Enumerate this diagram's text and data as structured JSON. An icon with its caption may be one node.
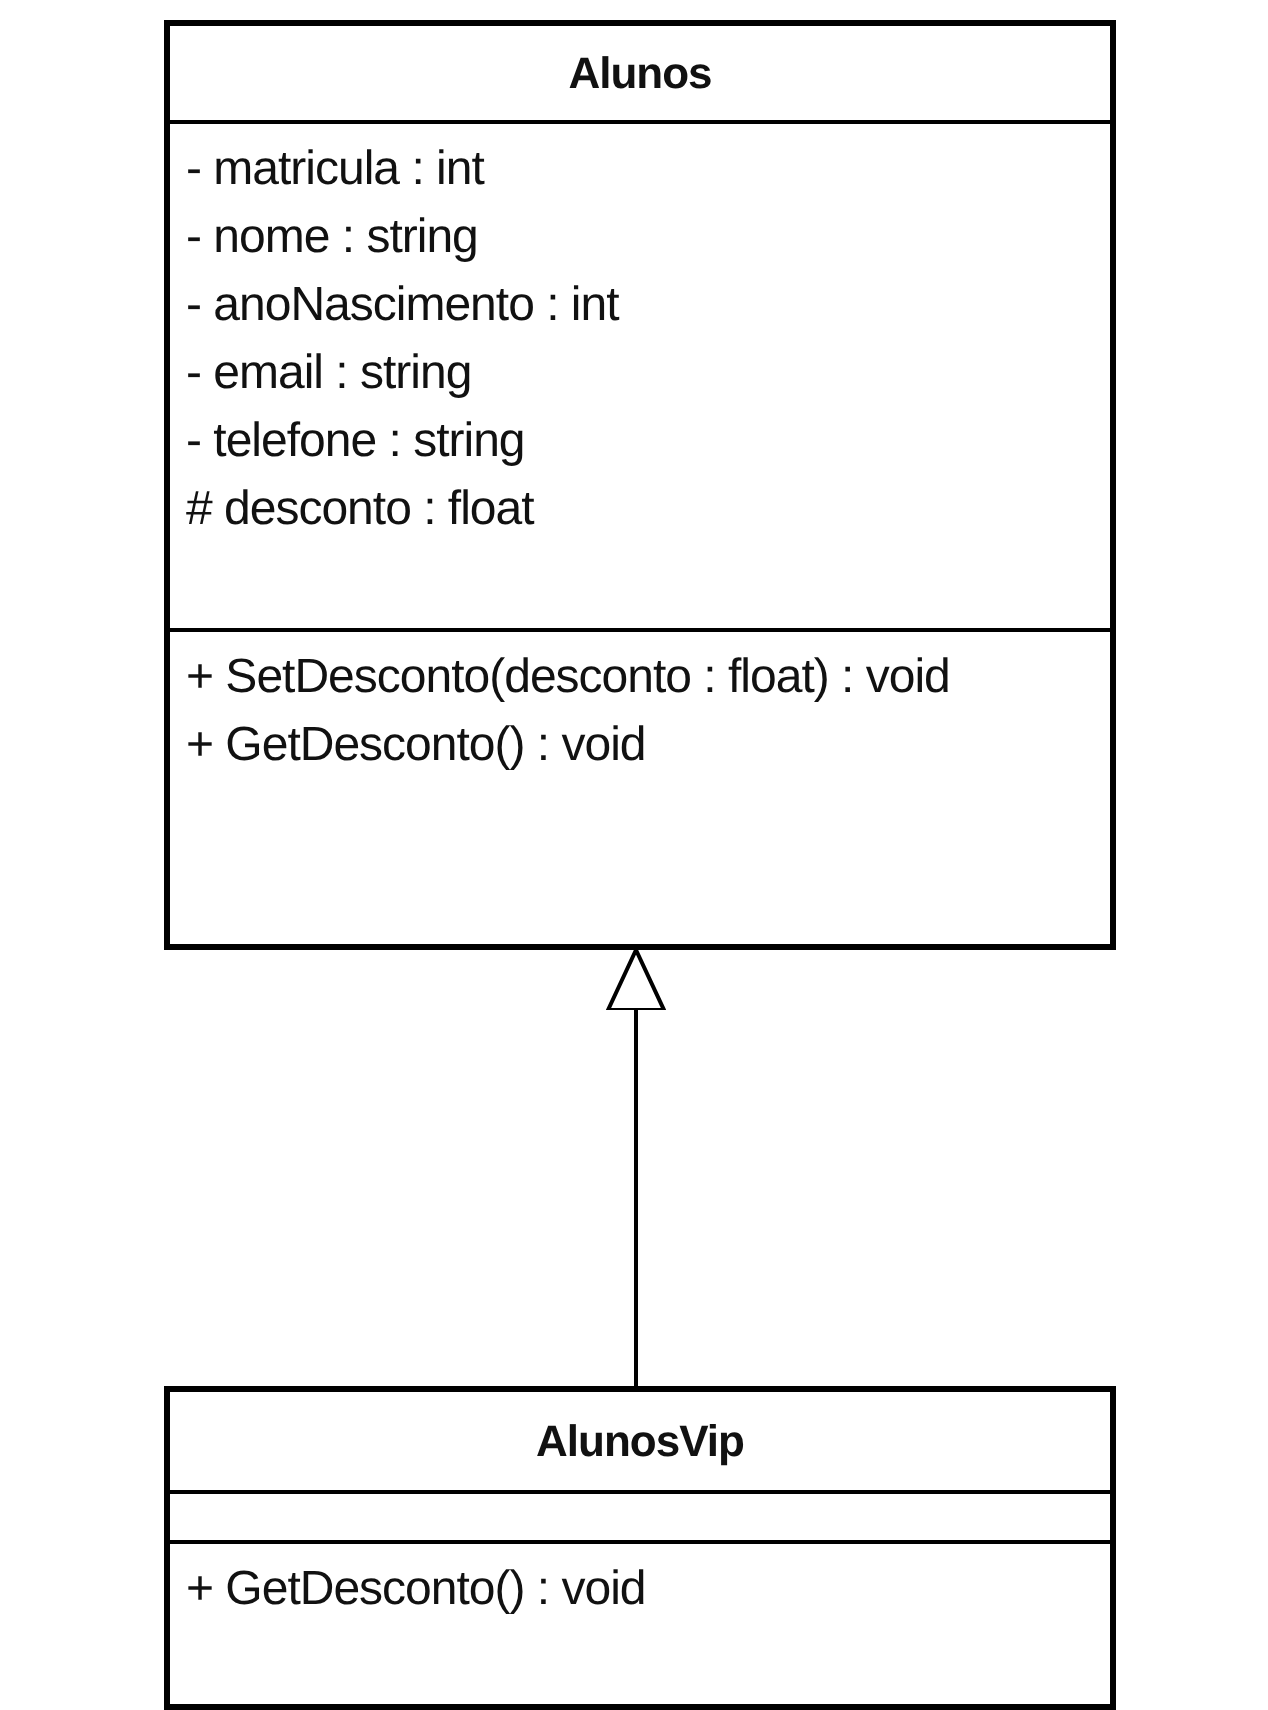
{
  "diagram": {
    "nodes": [
      {
        "text": [
          "Alunos",
          "- matricula : int",
          "- nome : string",
          "- anoNascimento : int",
          "- email : string",
          "- telefone : string",
          "# desconto : float",
          "+ SetDesconto(desconto : float) : void",
          "+ GetDesconto() : void"
        ]
      },
      {
        "text": [
          "AlunosVip",
          "+ GetDesconto() : void"
        ]
      }
    ],
    "edges": [
      {
        "from": 1,
        "to": 0,
        "arrow": "to"
      }
    ]
  }
}
